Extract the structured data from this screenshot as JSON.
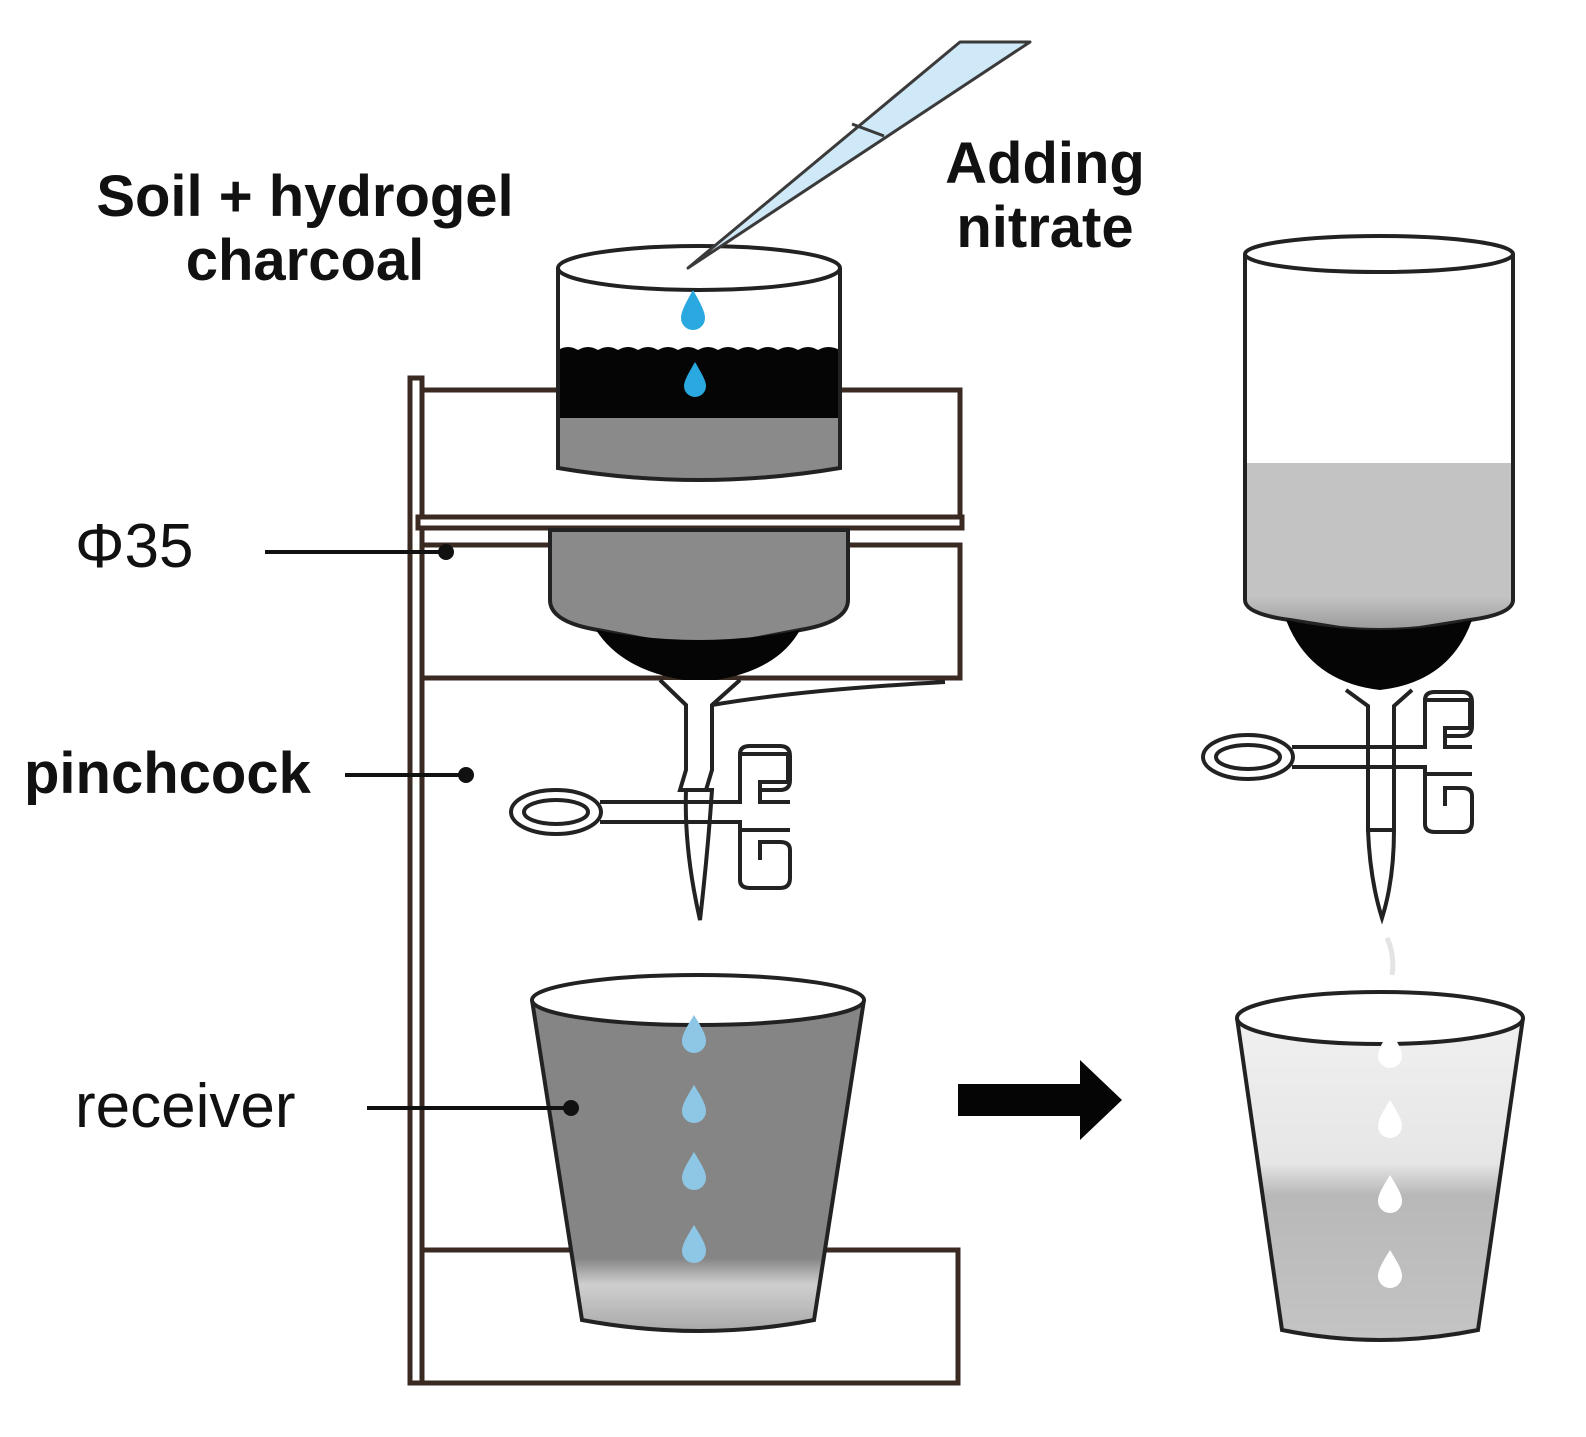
{
  "labels": {
    "soil_mix_line1": "Soil + hydrogel",
    "soil_mix_line2": "charcoal",
    "adding_line1": "Adding",
    "adding_line2": "nitrate",
    "diameter": "Φ35",
    "pinchcock": "pinchcock",
    "receiver": "receiver"
  },
  "colors": {
    "water_drop": "#2aa9e0",
    "drop_light": "#8ec7e6",
    "charcoal_layer": "#050505",
    "soil_layer": "#8a8a8a",
    "receiver_liquid": "#858585",
    "pipette": "#cfe9f8",
    "stand": "#3a2a22"
  }
}
